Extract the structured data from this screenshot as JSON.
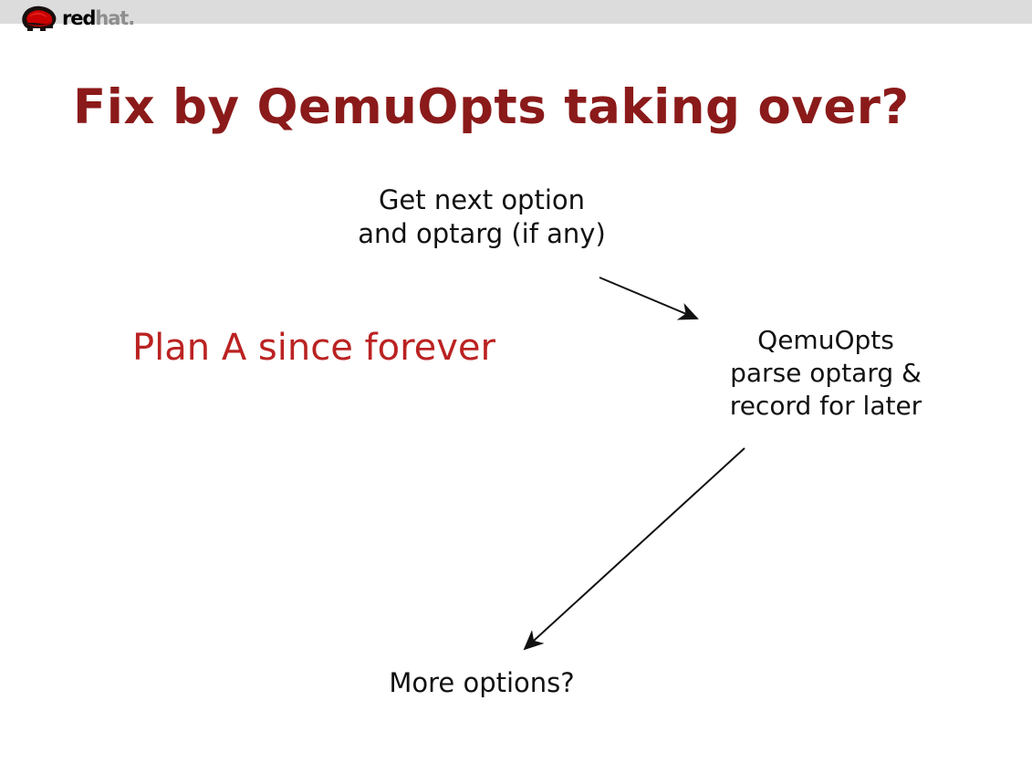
{
  "slide": {
    "title": "Fix by QemuOpts taking over?",
    "title_color": "#8b1a1a",
    "background_color": "#ffffff"
  },
  "header": {
    "band_color": "#dcdcdc",
    "brand": {
      "logo_icon": "redhat-shadowman-icon",
      "wordmark_first": "red",
      "wordmark_second": "hat",
      "wordmark_dot": ".",
      "shadowman_color": "#cc0000",
      "wordmark_first_color": "#000000",
      "wordmark_second_color": "#8e8e8e"
    }
  },
  "flow": {
    "nodes": [
      {
        "id": "get-next-option",
        "lines": [
          "Get next option",
          "and optarg (if any)"
        ],
        "color": "#111111"
      },
      {
        "id": "qemuopts",
        "lines": [
          "QemuOpts",
          "parse optarg &",
          "record for later"
        ],
        "color": "#111111"
      },
      {
        "id": "more-options",
        "lines": [
          "More options?"
        ],
        "color": "#111111"
      }
    ],
    "arrows": [
      {
        "id": "arrow-1",
        "from": "get-next-option",
        "to": "qemuopts"
      },
      {
        "id": "arrow-2",
        "from": "qemuopts",
        "to": "more-options"
      }
    ]
  },
  "annotation": {
    "text": "Plan A since forever",
    "color": "#bb2222"
  }
}
